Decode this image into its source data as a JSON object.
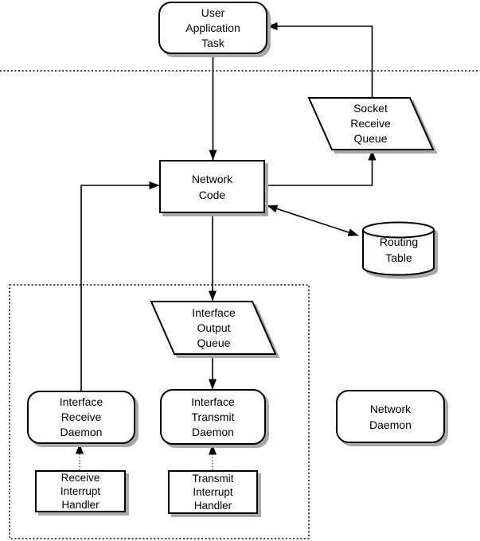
{
  "diagram": {
    "kind": "flowchart",
    "nodes": {
      "user_application_task": "User\nApplication\nTask",
      "socket_receive_queue": "Socket\nReceive\nQueue",
      "network_code": "Network\nCode",
      "routing_table": "Routing\nTable",
      "interface_output_queue": "Interface\nOutput\nQueue",
      "interface_receive_daemon": "Interface\nReceive\nDaemon",
      "interface_transmit_daemon": "Interface\nTransmit\nDaemon",
      "network_daemon": "Network\nDaemon",
      "receive_interrupt_handler": "Receive\nInterrupt\nHandler",
      "transmit_interrupt_handler": "Transmit\nInterrupt\nHandler"
    },
    "edges": [
      "user_application_task -> network_code",
      "network_code -> interface_output_queue",
      "interface_output_queue -> interface_transmit_daemon",
      "interface_receive_daemon -> network_code",
      "network_code -> socket_receive_queue",
      "socket_receive_queue -> user_application_task",
      "network_code <-> routing_table",
      "receive_interrupt_handler -> interface_receive_daemon (dotted)",
      "transmit_interrupt_handler -> interface_transmit_daemon (dotted)"
    ],
    "boundaries": {
      "user_kernel_separator": "dotted horizontal line",
      "driver_region": "dotted rectangle"
    },
    "colors": {
      "background": "#ffffff",
      "shape_fill": "#ffffff",
      "stroke": "#000000",
      "shadow": "#a8a8a8"
    }
  }
}
